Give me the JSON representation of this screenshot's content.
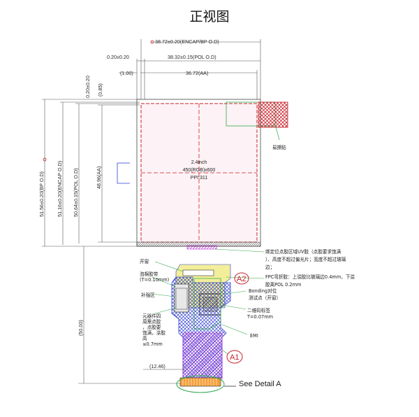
{
  "title": "正视图",
  "dims_top": {
    "encap": "38.72±0.20(ENCAP/BP O.D)",
    "left_small": "0.20±0.20",
    "pol": "38.32±0.15(POL O.D)",
    "l100": "(1.00)",
    "aa": "36.72(AA)",
    "v020": "0.20±0.20",
    "v085": "(0.85)"
  },
  "dims_left": {
    "bp": "51.56±0.20(BP O.D)",
    "encap": "51.16±0.20(ENCAP O.D)",
    "pol": "50.64±0.15(POL O.D)",
    "aa": "48.96(AA)",
    "fpc": "(50.00)"
  },
  "display": {
    "size": "2.4inch",
    "resolution": "450(RGB)x600",
    "ppi": "PPI:311"
  },
  "dims_bottom": {
    "width": "(12.46)"
  },
  "labels": {
    "tear_tab": "易撕贴",
    "bond_note_1": "绑定位点胶区域UV胶（点胶要求饱满",
    "bond_note_2": "）、高度不超过偏光片；宽度不超过玻璃",
    "bond_note_3": "边；",
    "fpc_note_1": "FPC弯折胶：上溢胶比玻璃边0.4mm，下溢",
    "fpc_note_2": "胶离POL 0.2mm",
    "bonding_1": "Bonding对位",
    "bonding_2": "测试点（开窗）",
    "qr_1": "二维码标签",
    "qr_2": "T=0.07mm",
    "emi": "EMI",
    "open": "开窗",
    "foam_1": "泡棉胶带",
    "foam_2": "(T=0.10mm)",
    "stiff": "补强区",
    "comp_1": "元器件四",
    "comp_2": "周需点胶",
    "comp_3": "，点胶要",
    "comp_4": "饱满，涂胶",
    "comp_5": "高",
    "comp_6": "≤0.7mm",
    "a1": "A1",
    "a2": "A2",
    "see_detail": "See Detail A"
  },
  "colors": {
    "accent_red": "#c8202a",
    "blue_hatch": "#2f3fd0",
    "green": "#2ea84a",
    "magenta": "#b62bd6",
    "yellow": "#f2ee9a"
  }
}
